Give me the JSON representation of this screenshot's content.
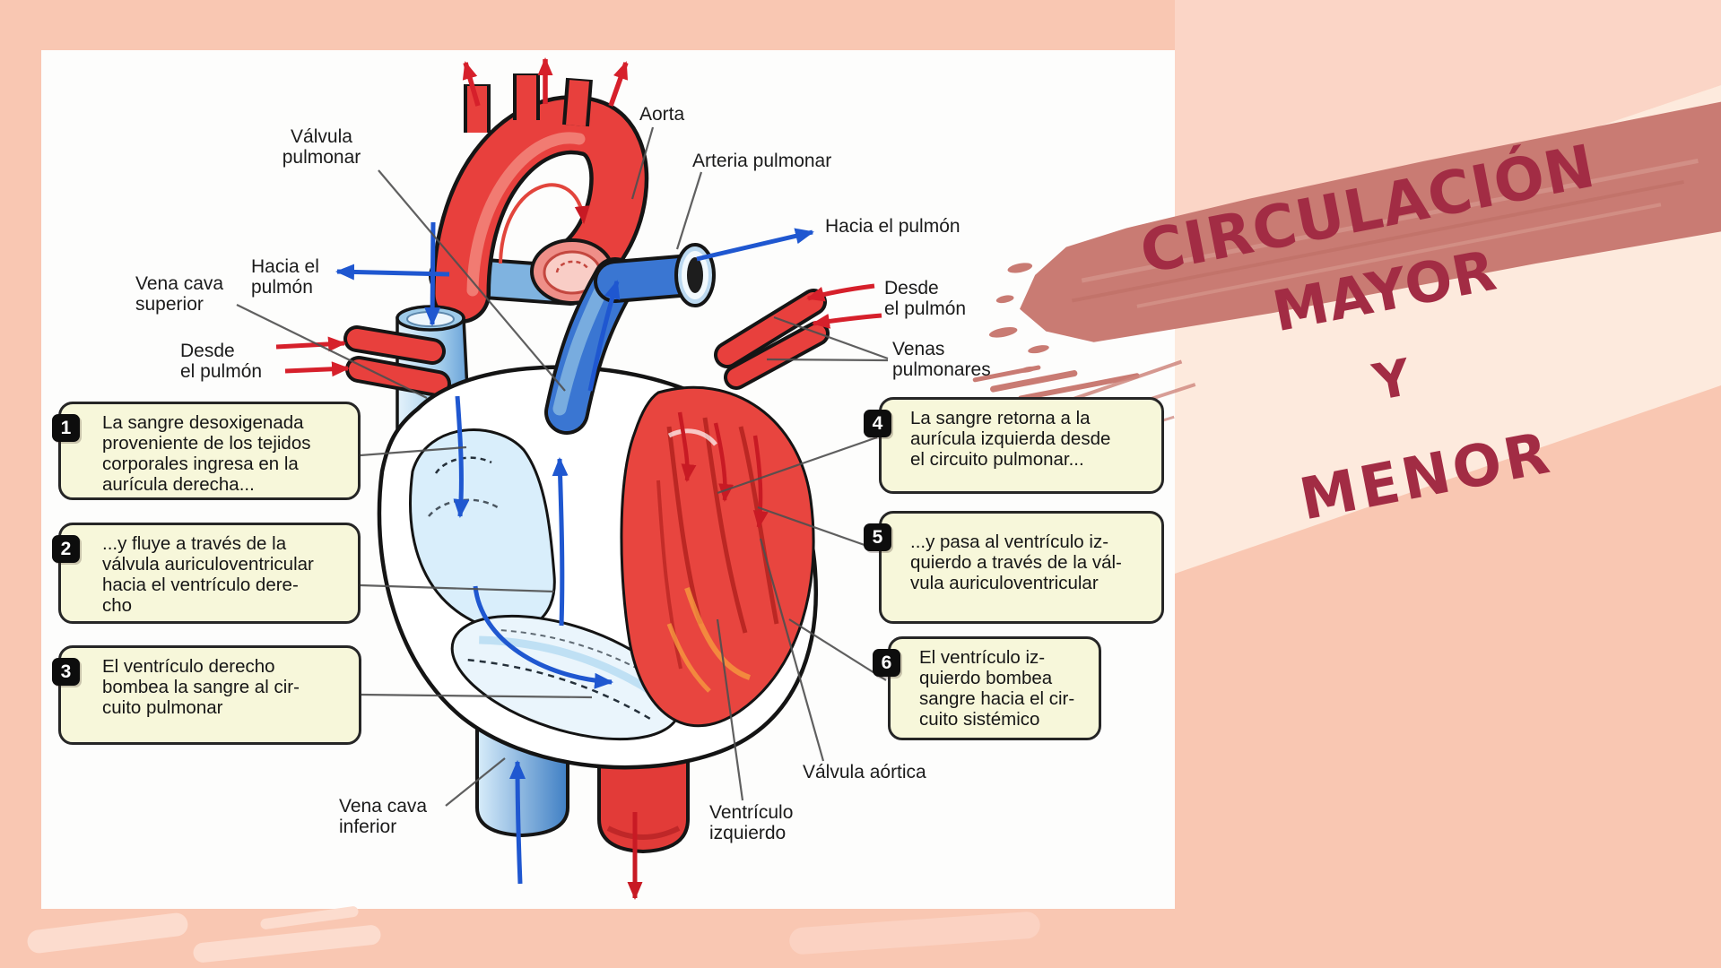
{
  "title": {
    "lines": [
      "CIRCULACIÓN",
      "MAYOR",
      "Y",
      "MENOR"
    ]
  },
  "diagram": {
    "labels": {
      "valvula_pulmonar": [
        "Válvula",
        "pulmonar"
      ],
      "aorta": "Aorta",
      "arteria_pulmonar": "Arteria pulmonar",
      "hacia_el_pulmon_right": "Hacia el pulmón",
      "hacia_el_pulmon_left": [
        "Hacia el",
        "pulmón"
      ],
      "vena_cava_superior": [
        "Vena cava",
        "superior"
      ],
      "desde_el_pulmon_left": [
        "Desde",
        "el pulmón"
      ],
      "desde_el_pulmon_right": [
        "Desde",
        "el pulmón"
      ],
      "venas_pulmonares": [
        "Venas",
        "pulmonares"
      ],
      "valvula_aortica": "Válvula aórtica",
      "ventriculo_izquierdo": [
        "Ventrículo",
        "izquierdo"
      ],
      "vena_cava_inferior": [
        "Vena cava",
        "inferior"
      ]
    },
    "steps": [
      {
        "num": "1",
        "lines": [
          "La sangre desoxigenada",
          "proveniente de los tejidos",
          "corporales ingresa en la",
          "aurícula derecha..."
        ]
      },
      {
        "num": "2",
        "lines": [
          "...y fluye a través de la",
          "válvula auriculoventricular",
          "hacia el ventrículo dere-",
          "cho"
        ]
      },
      {
        "num": "3",
        "lines": [
          "El ventrículo derecho",
          "bombea la sangre al cir-",
          "cuito pulmonar"
        ]
      },
      {
        "num": "4",
        "lines": [
          "La sangre retorna a la",
          "aurícula izquierda desde",
          "el circuito pulmonar..."
        ]
      },
      {
        "num": "5",
        "lines": [
          "...y pasa al ventrículo iz-",
          "quierdo a través de la vál-",
          "vula auriculoventricular"
        ]
      },
      {
        "num": "6",
        "lines": [
          "El ventrículo iz-",
          "quierdo bombea",
          "sangre hacia el cir-",
          "cuito sistémico"
        ]
      }
    ],
    "colors": {
      "background": "#f9c7b2",
      "panel": "#fdfdfc",
      "brush_stroke": "#c97b73",
      "title_text": "#a22c44",
      "callout_bg": "#f7f7da",
      "oxygenated_red": "#e8453f",
      "deoxygenated_blue": "#3a76d2",
      "arrow_red": "#d6202b",
      "arrow_blue": "#1f57d0"
    }
  }
}
